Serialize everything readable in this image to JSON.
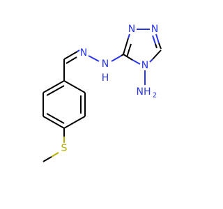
{
  "molecule": {
    "atoms": {
      "n_hydrazone_1": "N",
      "n_hydrazone_2": "N",
      "h_on_nitrogen": "H",
      "n_triazole_top_left": "N",
      "n_triazole_top_right": "N",
      "n_triazole_4": "N",
      "nh2_group": "NH",
      "nh2_subscript": "2",
      "sulfur": "S"
    },
    "colors": {
      "nitrogen": "#2a36e6",
      "sulfur": "#b8b000",
      "carbon_bond": "#000000",
      "background": "#ffffff"
    }
  }
}
